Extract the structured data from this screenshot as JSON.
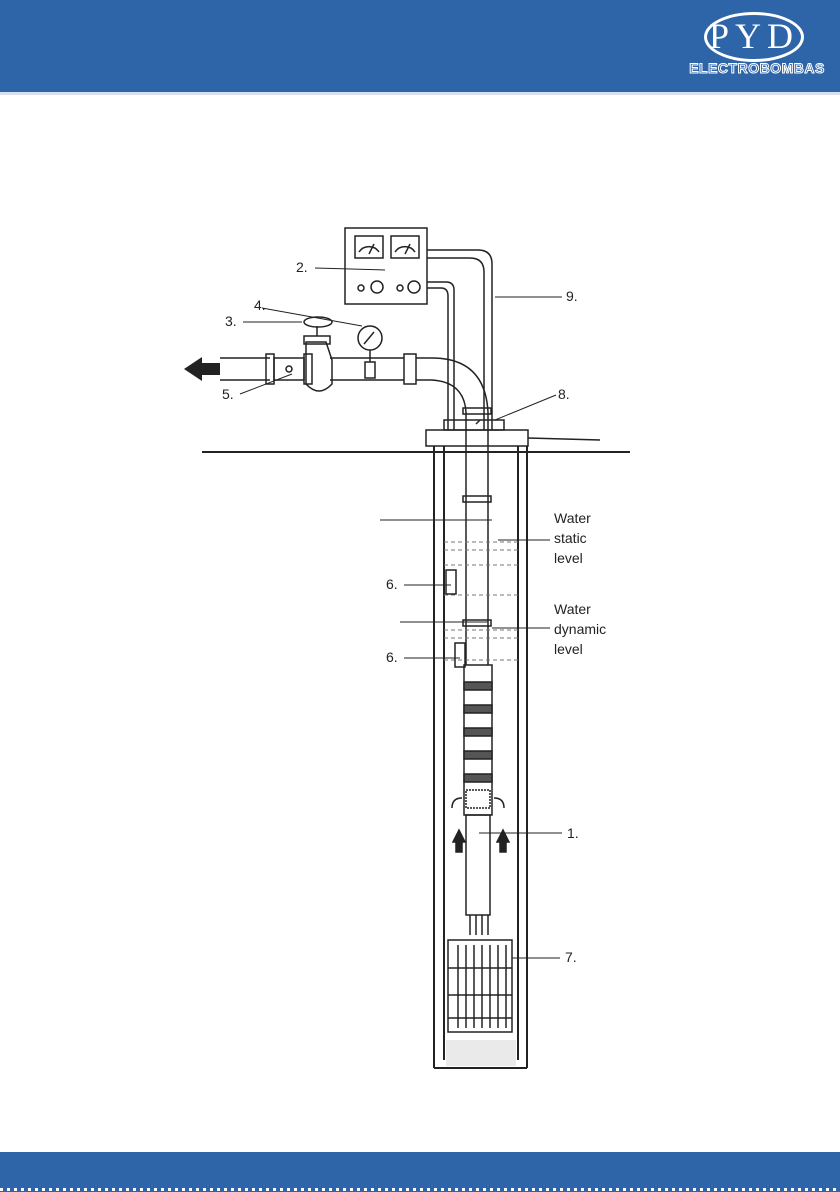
{
  "header": {
    "brand": "PYD",
    "brand_sub": "ELECTROBOMBAS",
    "color": "#2e64a8"
  },
  "diagram": {
    "labels": {
      "n1": "1.",
      "n2": "2.",
      "n3": "3.",
      "n4": "4.",
      "n5": "5.",
      "n6a": "6.",
      "n6b": "6.",
      "n7": "7.",
      "n8": "8.",
      "n9": "9."
    },
    "static_level": [
      "Water",
      "static",
      "level"
    ],
    "dynamic_level": [
      "Water",
      "dynamic",
      "level"
    ]
  }
}
